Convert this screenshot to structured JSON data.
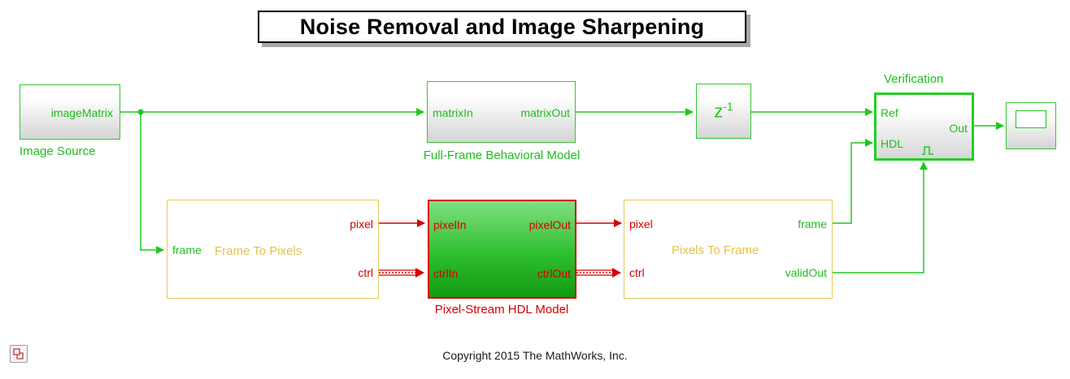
{
  "title": "Noise Removal and Image Sharpening",
  "copyright": "Copyright 2015 The MathWorks, Inc.",
  "colors": {
    "signal": "#1ec81e",
    "hdl": "#d40000",
    "pixels_block": "#e3c24a"
  },
  "blocks": {
    "image_source": {
      "name": "Image Source",
      "port_out": "imageMatrix"
    },
    "behavioral": {
      "name": "Full-Frame Behavioral Model",
      "port_in": "matrixIn",
      "port_out": "matrixOut"
    },
    "delay": {
      "glyph": "z",
      "exponent": "-1"
    },
    "verification": {
      "name": "Verification",
      "port_ref": "Ref",
      "port_hdl": "HDL",
      "port_out": "Out"
    },
    "frame_to_pixels": {
      "name": "Frame To Pixels",
      "port_in": "frame",
      "port_pixel": "pixel",
      "port_ctrl": "ctrl"
    },
    "hdl_model": {
      "name": "Pixel-Stream HDL Model",
      "port_pixel_in": "pixelIn",
      "port_ctrl_in": "ctrlIn",
      "port_pixel_out": "pixelOut",
      "port_ctrl_out": "ctrlOut"
    },
    "pixels_to_frame": {
      "name": "Pixels To Frame",
      "port_pixel": "pixel",
      "port_ctrl": "ctrl",
      "port_frame": "frame",
      "port_valid": "validOut"
    },
    "scope": {
      "icon": "scope-icon"
    }
  },
  "toolbar": {
    "icon": "model-browser-icon"
  }
}
